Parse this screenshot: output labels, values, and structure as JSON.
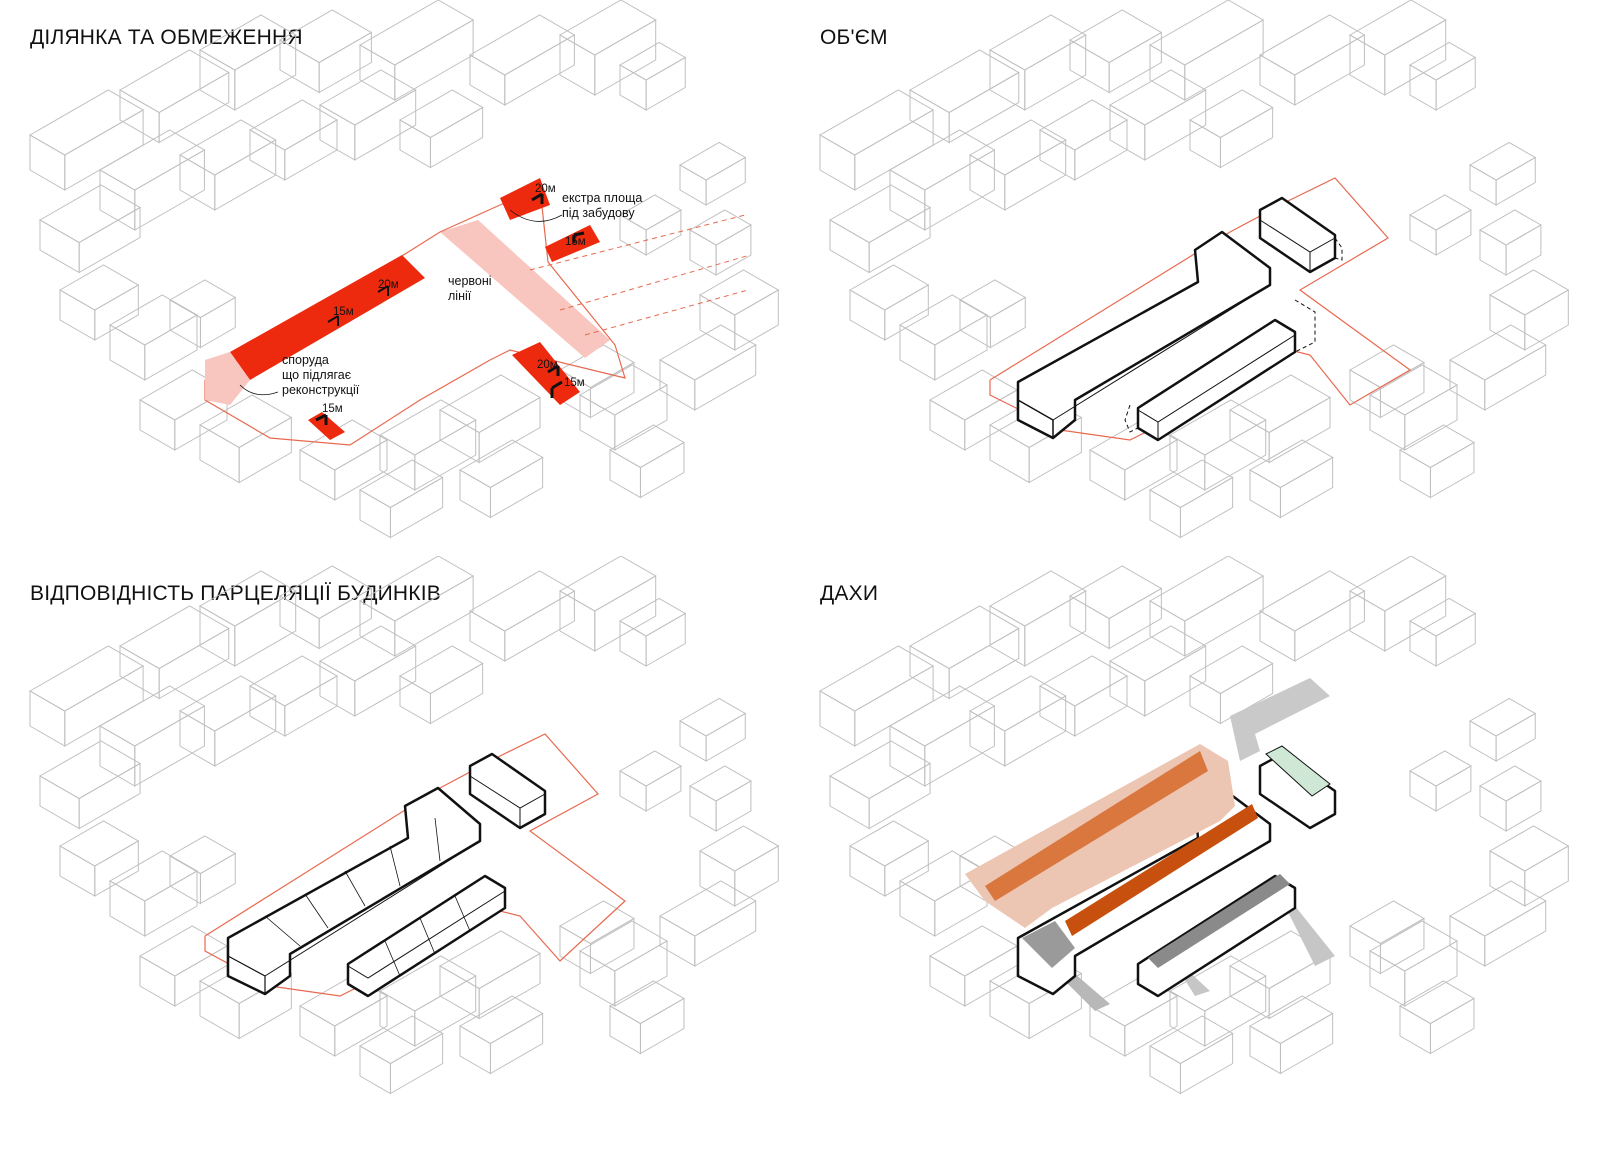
{
  "panels": [
    {
      "title": "ДІЛЯНКА ТА ОБМЕЖЕННЯ"
    },
    {
      "title": "ОБ'ЄМ"
    },
    {
      "title": "ВІДПОВІДНІСТЬ ПАРЦЕЛЯЦІЇ БУДИНКІВ"
    },
    {
      "title": "ДАХИ"
    }
  ],
  "annotations": {
    "extra_area_1": "екстра площа",
    "extra_area_2": "під забудову",
    "red_lines_1": "червоні",
    "red_lines_2": "лінії",
    "recon_1": "споруда",
    "recon_2": "що підлягає",
    "recon_3": "реконструкції"
  },
  "dimensions": {
    "d20_top": "20м",
    "d15_right": "15м",
    "d20_left": "20м",
    "d15_left": "15м",
    "d15_bottom": "15м",
    "d20_mid": "20м",
    "d15_mid": "15м"
  },
  "colors": {
    "accent_red": "#ee2a0e",
    "light_red": "#f8c6bf",
    "site_line": "#e8694f",
    "roof_orange": "#c8500e",
    "roof_light": "#ecc6b3",
    "roof_grey": "#9a9a9a",
    "roof_green": "#cfe8d6"
  }
}
